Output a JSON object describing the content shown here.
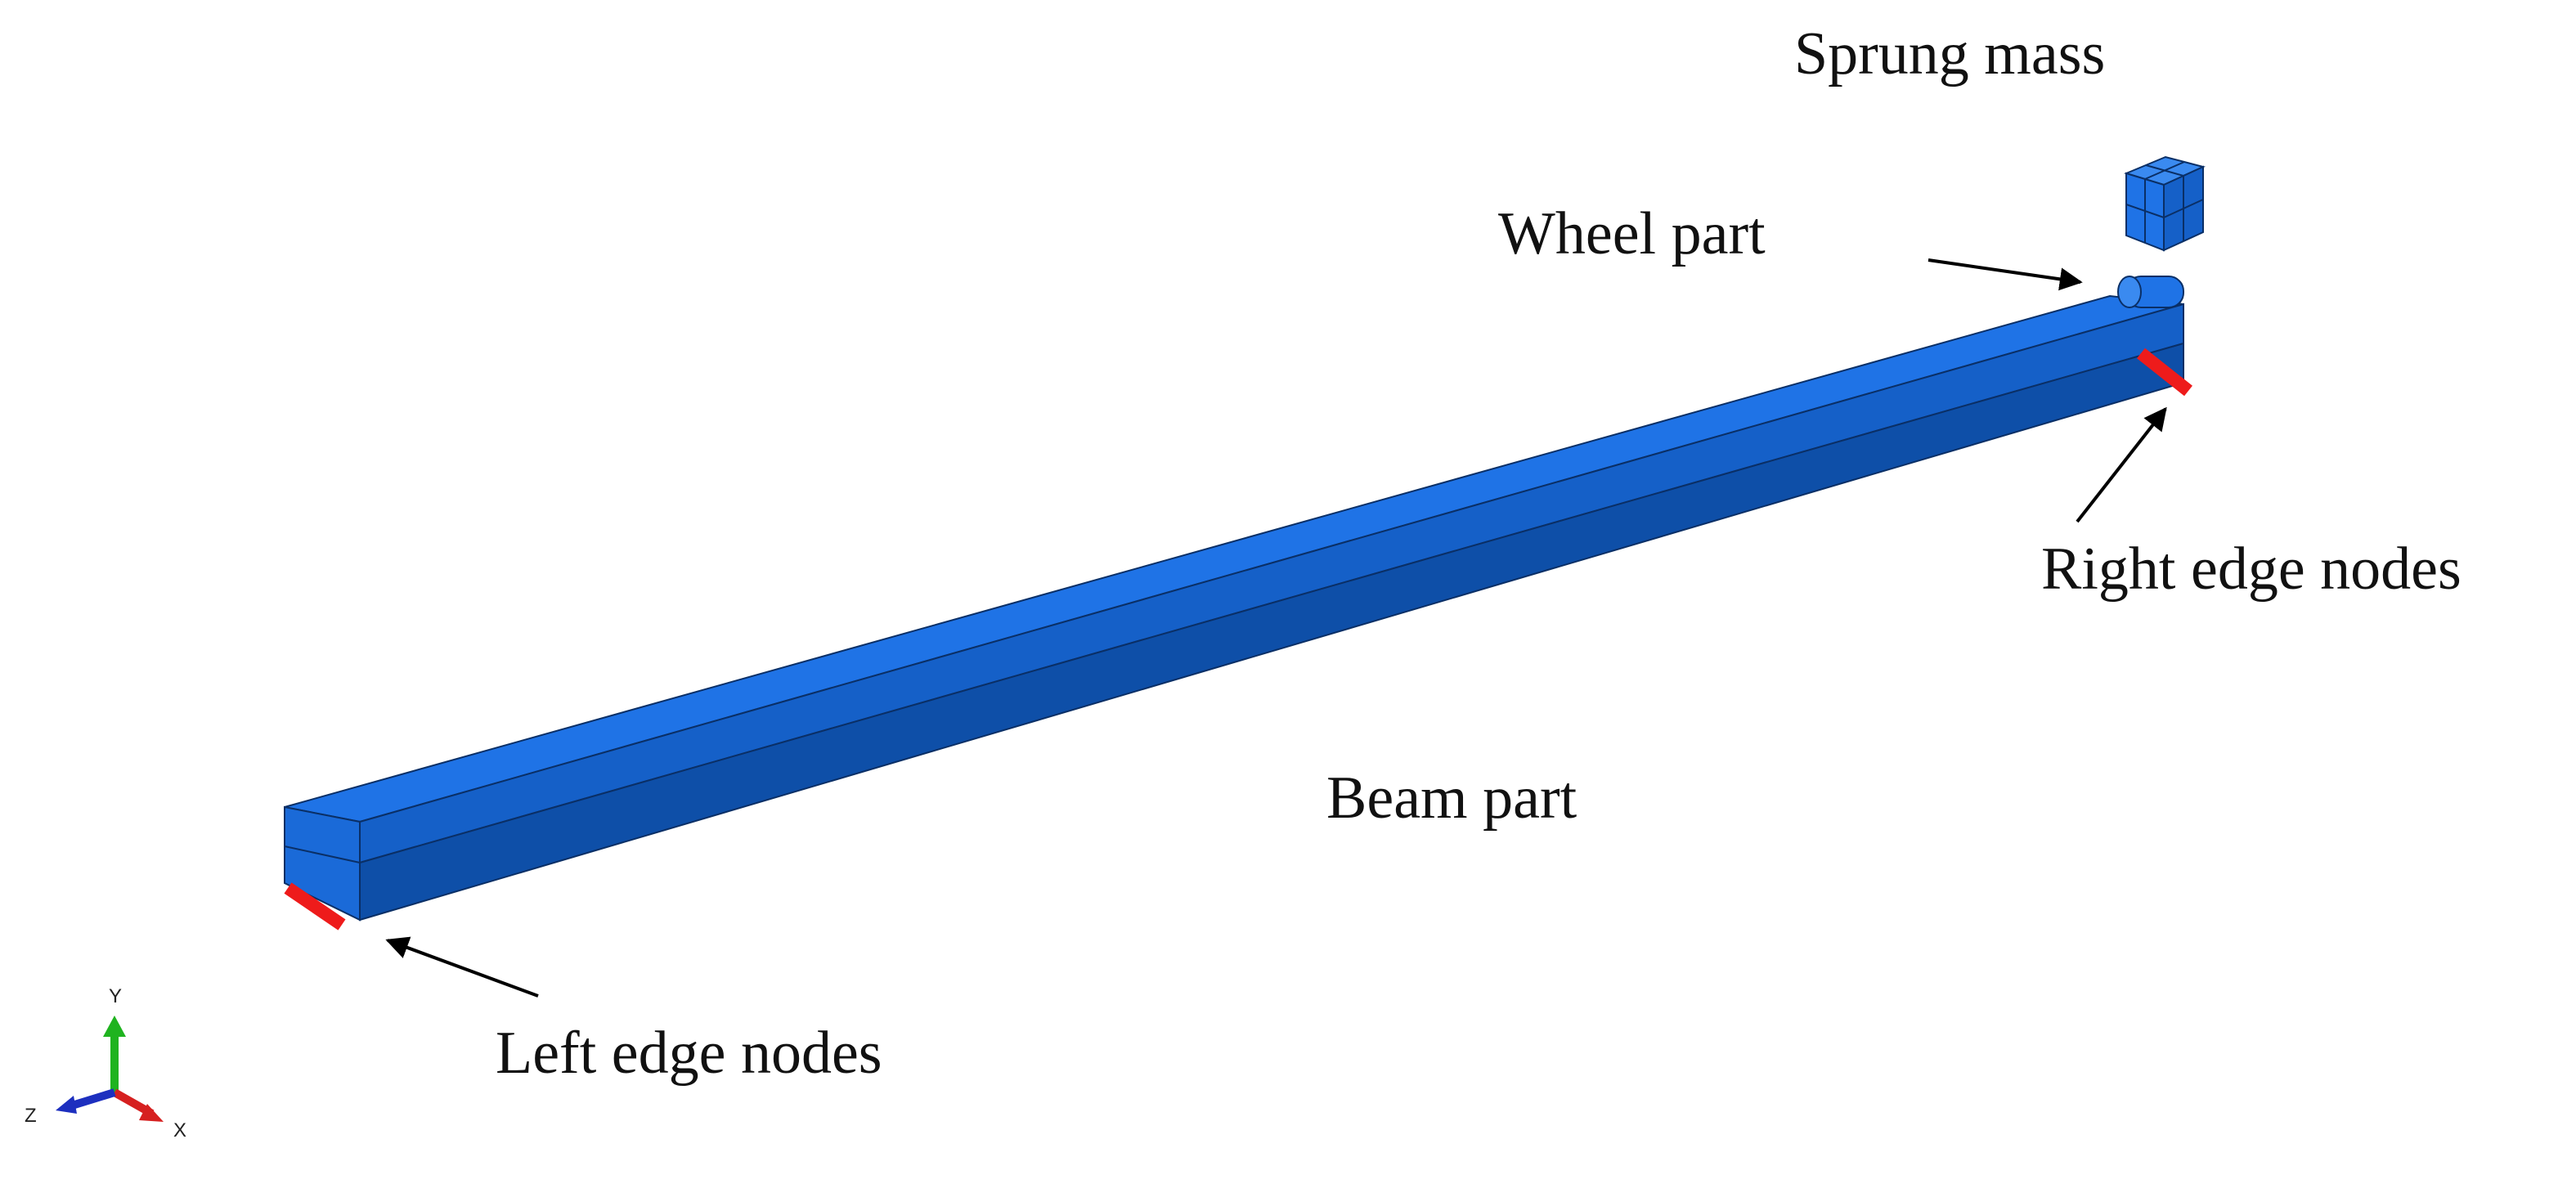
{
  "labels": {
    "sprung_mass": "Sprung mass",
    "wheel_part": "Wheel part",
    "right_edge_nodes": "Right edge nodes",
    "beam_part": "Beam part",
    "left_edge_nodes": "Left edge nodes"
  },
  "triad": {
    "x": "X",
    "y": "Y",
    "z": "Z"
  },
  "colors": {
    "beam_top": "#1f73e6",
    "beam_front_upper": "#1560c8",
    "beam_front_lower": "#0e4fa8",
    "beam_end": "#1a6ad8",
    "edge_line": "#0a2f66",
    "boundary_nodes": "#ee1b1b",
    "arrow": "#000000",
    "axis_x": "#d62020",
    "axis_y": "#1fb31f",
    "axis_z": "#1d2fbf"
  }
}
